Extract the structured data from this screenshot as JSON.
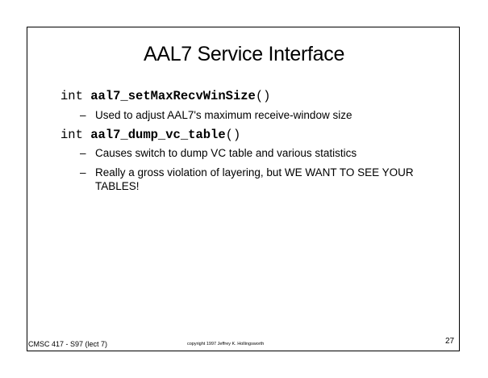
{
  "slide": {
    "title": "AAL7 Service Interface",
    "items": [
      {
        "keyword": "int",
        "function_name": "aal7_setMaxRecvWinSize",
        "parens": "()",
        "subitems": [
          {
            "dash": "–",
            "text": "Used to adjust AAL7's maximum receive-window size"
          }
        ]
      },
      {
        "keyword": "int",
        "function_name": "aal7_dump_vc_table",
        "parens": "()",
        "subitems": [
          {
            "dash": "–",
            "text": "Causes switch to dump VC table and various statistics"
          },
          {
            "dash": "–",
            "text": "Really a gross violation of layering, but WE WANT TO SEE YOUR TABLES!"
          }
        ]
      }
    ]
  },
  "footer": {
    "course": "CMSC 417 - S97  (lect 7)",
    "copyright": "copyright 1997  Jeffrey K. Hollingsworth",
    "page_number": "27"
  }
}
